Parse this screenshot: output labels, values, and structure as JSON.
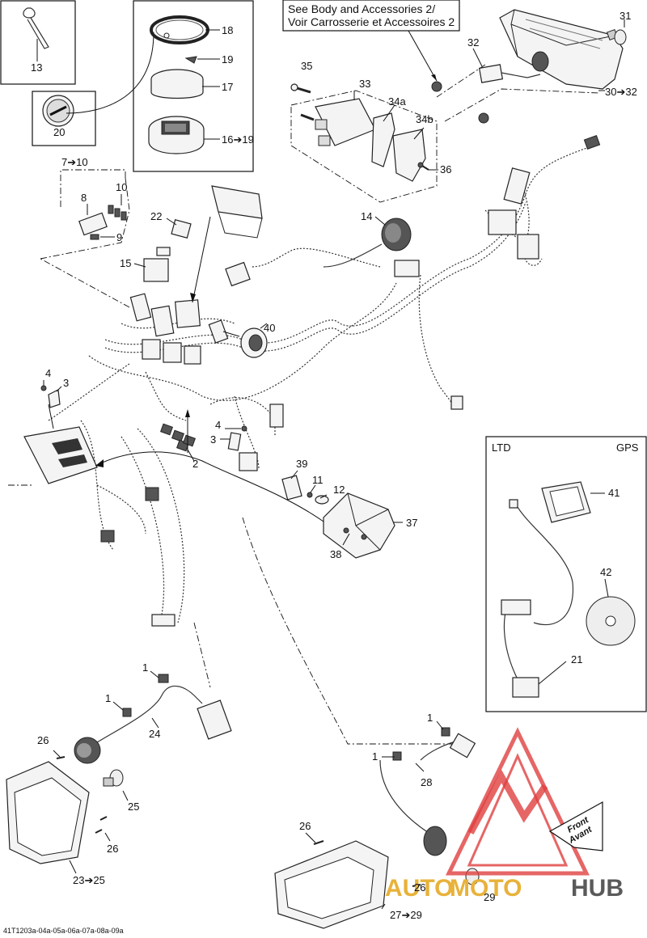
{
  "note": {
    "line1": "See Body and Accessories 2/",
    "line2": "Voir Carrosserie et Accessoires 2"
  },
  "gps_box": {
    "left_label": "LTD",
    "right_label": "GPS"
  },
  "callouts": [
    {
      "id": "c13",
      "text": "13"
    },
    {
      "id": "c18",
      "text": "18"
    },
    {
      "id": "c19",
      "text": "19"
    },
    {
      "id": "c17",
      "text": "17"
    },
    {
      "id": "c16",
      "text": "16➔19"
    },
    {
      "id": "c20",
      "text": "20"
    },
    {
      "id": "c7",
      "text": "7➔10"
    },
    {
      "id": "c8",
      "text": "8"
    },
    {
      "id": "c10",
      "text": "10"
    },
    {
      "id": "c9",
      "text": "9"
    },
    {
      "id": "c22",
      "text": "22"
    },
    {
      "id": "c15",
      "text": "15"
    },
    {
      "id": "c31",
      "text": "31"
    },
    {
      "id": "c32",
      "text": "32"
    },
    {
      "id": "c30",
      "text": "30➔32"
    },
    {
      "id": "c35",
      "text": "35"
    },
    {
      "id": "c33",
      "text": "33"
    },
    {
      "id": "c34a",
      "text": "34a"
    },
    {
      "id": "c34b",
      "text": "34b"
    },
    {
      "id": "c36",
      "text": "36"
    },
    {
      "id": "c14",
      "text": "14"
    },
    {
      "id": "c40",
      "text": "40"
    },
    {
      "id": "c4a",
      "text": "4"
    },
    {
      "id": "c3a",
      "text": "3"
    },
    {
      "id": "c4b",
      "text": "4"
    },
    {
      "id": "c3b",
      "text": "3"
    },
    {
      "id": "c2",
      "text": "2"
    },
    {
      "id": "c39",
      "text": "39"
    },
    {
      "id": "c11",
      "text": "11"
    },
    {
      "id": "c12",
      "text": "12"
    },
    {
      "id": "c37",
      "text": "37"
    },
    {
      "id": "c38",
      "text": "38"
    },
    {
      "id": "c41",
      "text": "41"
    },
    {
      "id": "c42",
      "text": "42"
    },
    {
      "id": "c21",
      "text": "21"
    },
    {
      "id": "c1a",
      "text": "1"
    },
    {
      "id": "c1b",
      "text": "1"
    },
    {
      "id": "c24",
      "text": "24"
    },
    {
      "id": "c26a",
      "text": "26"
    },
    {
      "id": "c25",
      "text": "25"
    },
    {
      "id": "c26b",
      "text": "26"
    },
    {
      "id": "c23",
      "text": "23➔25"
    },
    {
      "id": "c1c",
      "text": "1"
    },
    {
      "id": "c1d",
      "text": "1"
    },
    {
      "id": "c28",
      "text": "28"
    },
    {
      "id": "c26c",
      "text": "26"
    },
    {
      "id": "c26d",
      "text": "26"
    },
    {
      "id": "c29",
      "text": "29"
    },
    {
      "id": "c27",
      "text": "27➔29"
    }
  ],
  "front_arrow": {
    "line1": "Front",
    "line2": "Avant"
  },
  "watermark": {
    "part1": "AUTO",
    "part2": "MOTO",
    "part3": "HUB",
    "color1": "#e8b23a",
    "color2": "#e8b23a",
    "color3": "#5a5a5a",
    "triangle_color": "#e04040"
  },
  "reference": "41T1203a-04a-05a-06a-07a-08a-09a"
}
